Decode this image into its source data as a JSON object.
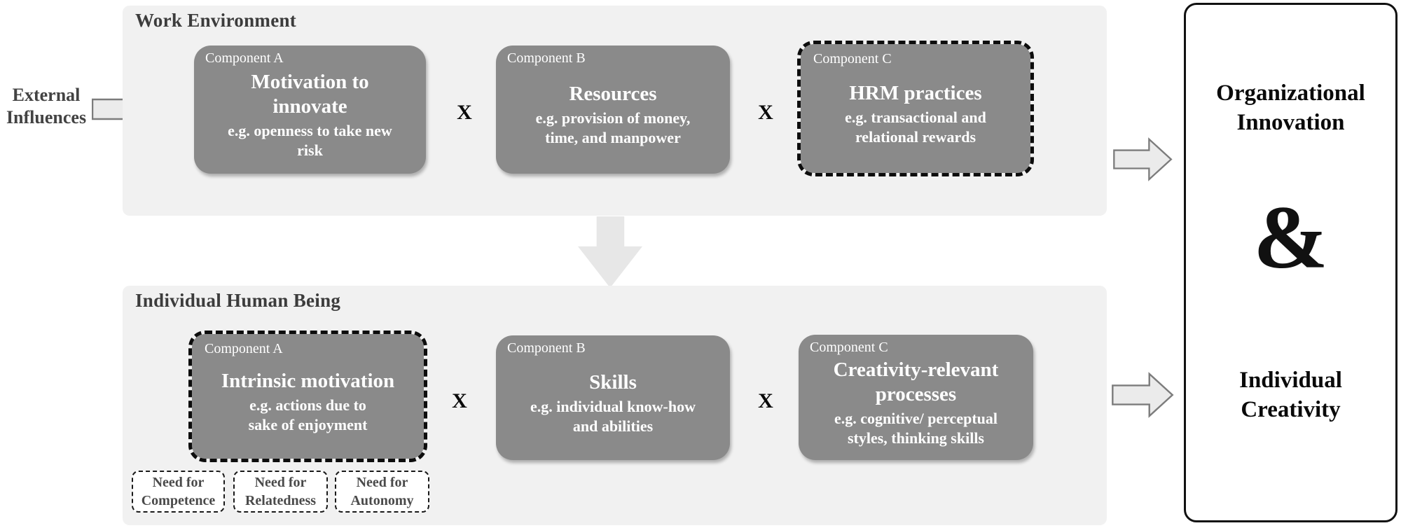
{
  "external": {
    "label": "External\nInfluences"
  },
  "work_environment": {
    "title": "Work Environment",
    "operator": "X",
    "components": [
      {
        "tag": "Component A",
        "title": "Motivation to\ninnovate",
        "example": "e.g. openness to take new\nrisk",
        "dashed": false
      },
      {
        "tag": "Component B",
        "title": "Resources",
        "example": "e.g. provision of money,\ntime, and manpower",
        "dashed": false
      },
      {
        "tag": "Component C",
        "title": "HRM practices",
        "example": "e.g. transactional and\nrelational rewards",
        "dashed": true
      }
    ]
  },
  "individual_human_being": {
    "title": "Individual Human Being",
    "operator": "X",
    "components": [
      {
        "tag": "Component A",
        "title": "Intrinsic motivation",
        "example": "e.g. actions due to\nsake of enjoyment",
        "dashed": true
      },
      {
        "tag": "Component B",
        "title": "Skills",
        "example": "e.g. individual know-how\nand abilities",
        "dashed": false
      },
      {
        "tag": "Component C",
        "title": "Creativity-relevant\nprocesses",
        "example": "e.g. cognitive/ perceptual\nstyles, thinking skills",
        "dashed": false
      }
    ],
    "needs": [
      "Need for\nCompetence",
      "Need for\nRelatedness",
      "Need for\nAutonomy"
    ]
  },
  "outcome": {
    "top": "Organizational\nInnovation",
    "connector": "&",
    "bottom": "Individual\nCreativity"
  },
  "colors": {
    "panel_bg": "#f1f1f1",
    "box_fill": "#8a8a8a",
    "box_text": "#ffffff",
    "dashed_border": "#0d0d0d",
    "arrow_fill": "#ebebeb",
    "arrow_stroke": "#7c7c7c",
    "down_arrow_fill": "#e7e7e7",
    "heading_text": "#3c3c3c",
    "outcome_border": "#111111"
  }
}
